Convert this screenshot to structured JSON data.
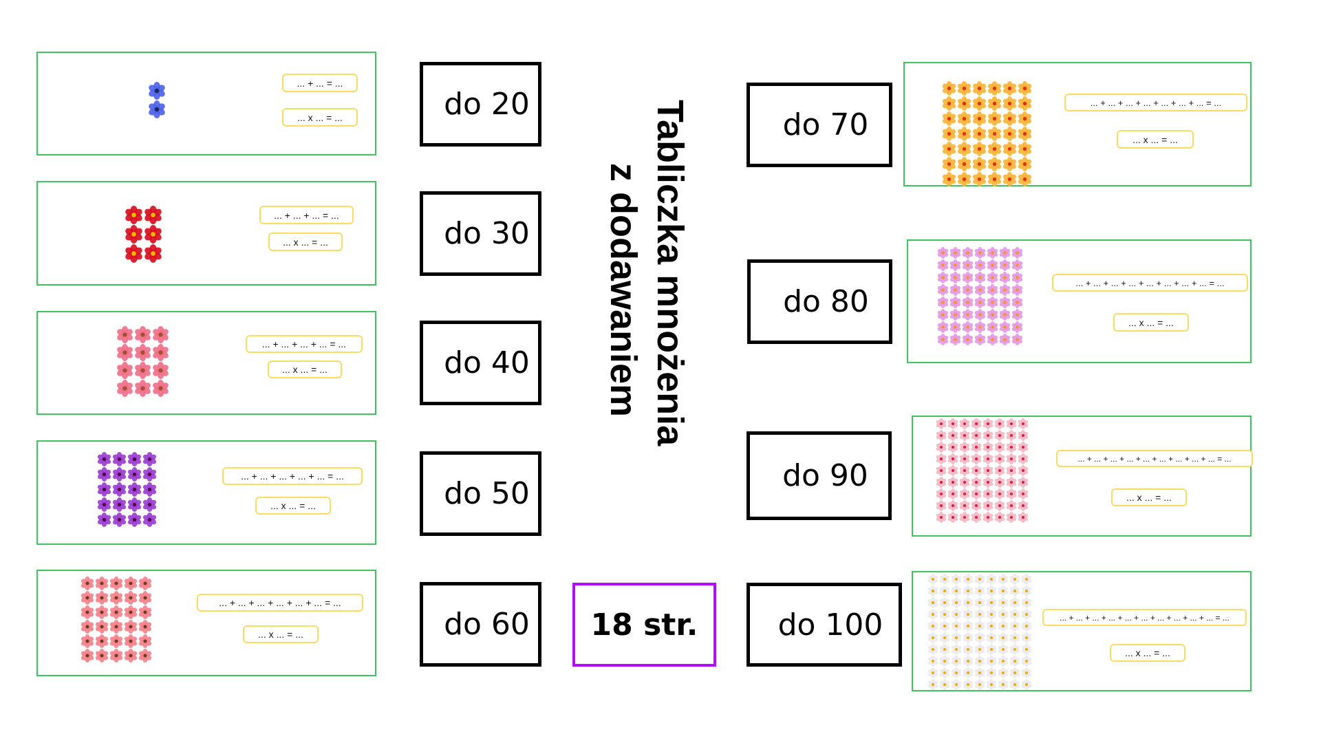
{
  "title": {
    "line1": "Tabliczka mnożenia",
    "line2": "z dodawaniem"
  },
  "page_label": "18 str.",
  "colors": {
    "card_border": "#3cc55c",
    "equation_border": "#fcdc60",
    "label_border": "#000000",
    "page_label_border": "#b30bff"
  },
  "labels": [
    {
      "id": "do-20",
      "text": "do 20"
    },
    {
      "id": "do-30",
      "text": "do 30"
    },
    {
      "id": "do-40",
      "text": "do 40"
    },
    {
      "id": "do-50",
      "text": "do 50"
    },
    {
      "id": "do-60",
      "text": "do 60"
    },
    {
      "id": "do-70",
      "text": "do 70"
    },
    {
      "id": "do-80",
      "text": "do 80"
    },
    {
      "id": "do-90",
      "text": "do 90"
    },
    {
      "id": "do-100",
      "text": "do 100"
    }
  ],
  "cards": [
    {
      "id": "card-20",
      "flower": "blue-anemone",
      "flower_color": "#4f63e8",
      "center_color": "#1c2459",
      "rows": 2,
      "cols": 1,
      "addition": "... + ... = ...",
      "multiplication": "... x ... = ..."
    },
    {
      "id": "card-30",
      "flower": "red-hibiscus",
      "flower_color": "#d80f22",
      "center_color": "#f2b600",
      "rows": 3,
      "cols": 2,
      "addition": "... + ... + ... = ...",
      "multiplication": "... x ... = ..."
    },
    {
      "id": "card-40",
      "flower": "pink-rose",
      "flower_color": "#f0708a",
      "center_color": "#a0522d",
      "rows": 4,
      "cols": 3,
      "addition": "... + ... + ... + ... = ...",
      "multiplication": "... x ... = ..."
    },
    {
      "id": "card-50",
      "flower": "purple-pansy",
      "flower_color": "#9b3fd0",
      "center_color": "#4a0d3a",
      "rows": 5,
      "cols": 4,
      "addition": "... + ... + ... + ... + ... = ...",
      "multiplication": "... x ... = ..."
    },
    {
      "id": "card-60",
      "flower": "pink-gerbera",
      "flower_color": "#f4828c",
      "center_color": "#6b3b1f",
      "rows": 6,
      "cols": 5,
      "addition": "... + ... + ... + ... + ... + ... = ...",
      "multiplication": "... x ... = ..."
    },
    {
      "id": "card-70",
      "flower": "orange-hibiscus",
      "flower_color": "#f7b43c",
      "center_color": "#e0300c",
      "rows": 7,
      "cols": 6,
      "addition": "... + ... + ... + ... + ... + ... + ... = ...",
      "multiplication": "... x ... = ..."
    },
    {
      "id": "card-80",
      "flower": "pink-cosmos",
      "flower_color": "#e59ae0",
      "center_color": "#f29b05",
      "rows": 8,
      "cols": 7,
      "addition": "... + ... + ... + ... + ... + ... + ... + ... = ...",
      "multiplication": "... x ... = ..."
    },
    {
      "id": "card-90",
      "flower": "pink-blossom",
      "flower_color": "#f1b8c6",
      "center_color": "#e0183e",
      "rows": 9,
      "cols": 8,
      "addition": "... + ... + ... + ... + ... + ... + ... + ... + ... = ...",
      "multiplication": "... x ... = ..."
    },
    {
      "id": "card-100",
      "flower": "white-daisy",
      "flower_color": "#eaeaea",
      "center_color": "#f0a800",
      "rows": 10,
      "cols": 9,
      "addition": "... + ... + ... + ... + ... + ... + ... + ... + ... + ... = ...",
      "multiplication": "... x ... = ..."
    }
  ]
}
